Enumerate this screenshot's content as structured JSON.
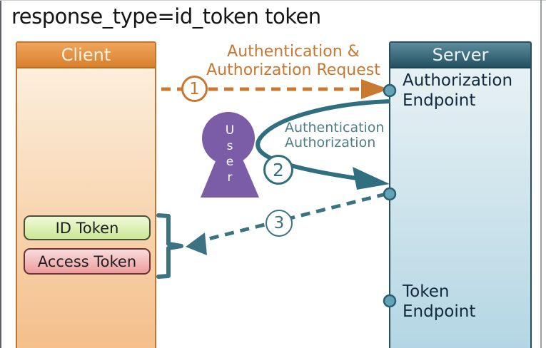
{
  "title": "response_type=id_token token",
  "client": {
    "header": "Client",
    "id_token_label": "ID Token",
    "access_token_label": "Access Token"
  },
  "server": {
    "header": "Server",
    "authorization_endpoint": "Authorization\nEndpoint",
    "token_endpoint": "Token\nEndpoint"
  },
  "flow": {
    "step1": {
      "number": "1",
      "label": "Authentication &\nAuthorization Request"
    },
    "step2": {
      "number": "2",
      "label": "Authentication\nAuthorization"
    },
    "step3": {
      "number": "3"
    }
  },
  "user": {
    "label": "U\ns\ne\nr"
  },
  "colors": {
    "request_orange": "#c9772e",
    "flow_teal": "#2f6f80",
    "user_purple": "#7b5ca6",
    "client_header_orange": "#d8802d",
    "server_header_teal": "#235162",
    "id_token_green": "#cbe794",
    "access_token_pink": "#ee9b9b"
  }
}
